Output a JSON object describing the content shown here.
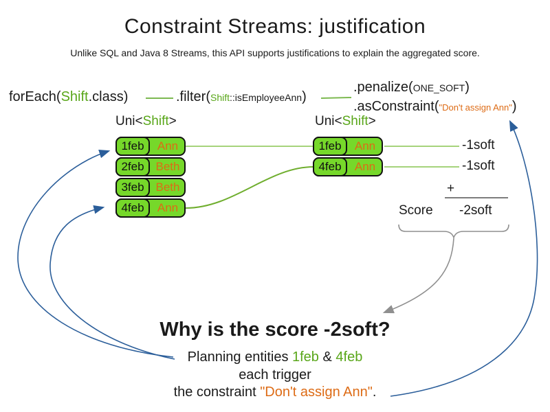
{
  "header": {
    "title": "Constraint Streams: justification",
    "subtitle": "Unlike SQL and Java 8 Streams, this API supports justifications to explain the aggregated score."
  },
  "pipeline": {
    "foreach": {
      "fn": "forEach(",
      "arg": "Shift",
      "rest": ".class)"
    },
    "filter": {
      "fn": ".filter(",
      "arg_class": "Shift",
      "arg_method": "::isEmployeeAnn",
      "close": ")"
    },
    "penalize": {
      "fn": ".penalize(",
      "arg": "ONE_SOFT",
      "close": ")"
    },
    "as_constraint": {
      "fn": ".asConstraint(",
      "arg": "\"Don't assign Ann\"",
      "close": ")"
    }
  },
  "streams": {
    "type_prefix": "Uni<",
    "type_param": "Shift",
    "type_suffix": ">",
    "left_rows": [
      {
        "date": "1feb",
        "name": "Ann"
      },
      {
        "date": "2feb",
        "name": "Beth"
      },
      {
        "date": "3feb",
        "name": "Beth"
      },
      {
        "date": "4feb",
        "name": "Ann"
      }
    ],
    "right_rows": [
      {
        "date": "1feb",
        "name": "Ann"
      },
      {
        "date": "4feb",
        "name": "Ann"
      }
    ]
  },
  "scoring": {
    "match_weights": [
      "-1soft",
      "-1soft"
    ],
    "plus": "+",
    "label": "Score",
    "total": "-2soft"
  },
  "explanation": {
    "heading": "Why is the score -2soft?",
    "line1_prefix": "Planning entities ",
    "line1_entity1": "1feb",
    "line1_joiner": " & ",
    "line1_entity2": "4feb",
    "line2": "each trigger",
    "line3_prefix": "the constraint ",
    "line3_constraint": "\"Don't assign Ann\"",
    "line3_suffix": "."
  },
  "colors": {
    "green_text": "#58a618",
    "entity_box_fill": "#76d82a",
    "orange_text": "#dd6b15",
    "blue_arrow": "#2b5e9a",
    "gray_annotation": "#8f8f8f",
    "light_green_line": "#a5d37a",
    "medium_green_line": "#6fae2e"
  }
}
